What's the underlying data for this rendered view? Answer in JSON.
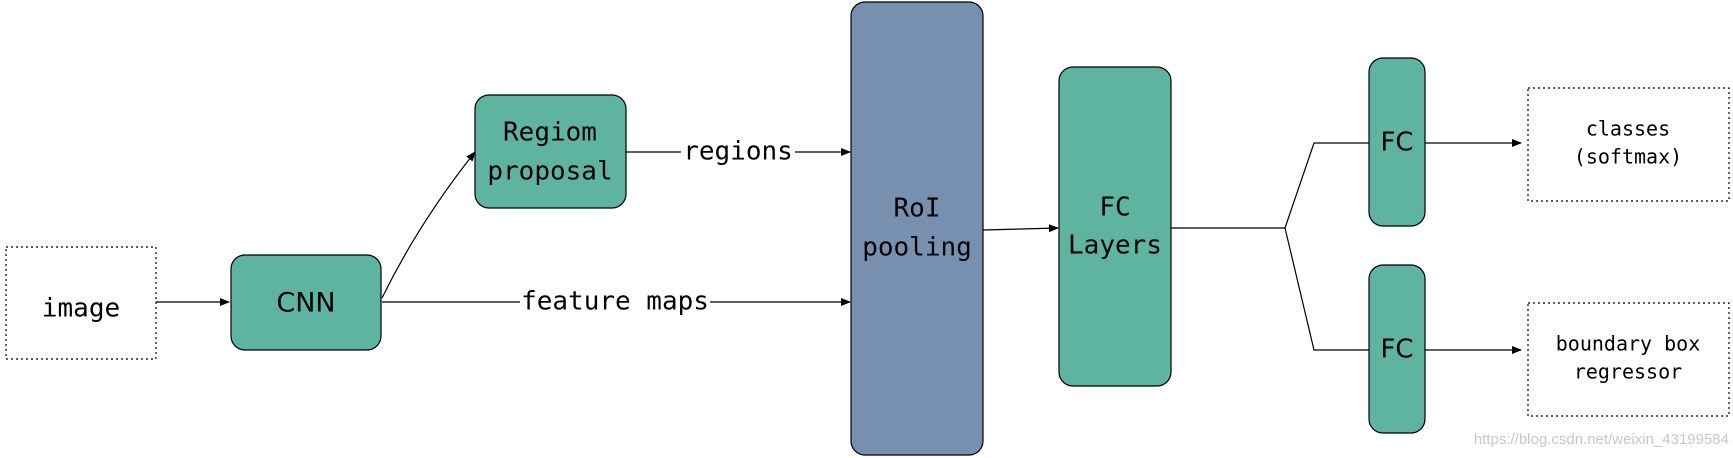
{
  "nodes": {
    "image": "image",
    "cnn": "CNN",
    "region_proposal": [
      "Regiom",
      "proposal"
    ],
    "roi_pooling": [
      "RoI",
      "pooling"
    ],
    "fc_layers": [
      "FC",
      "Layers"
    ],
    "fc_top": "FC",
    "fc_bottom": "FC",
    "classes": [
      "classes",
      "(softmax)"
    ],
    "bbox": [
      "boundary box",
      "regressor"
    ]
  },
  "edges": {
    "regions": "regions",
    "feature_maps": "feature maps"
  },
  "watermark": "https://blog.csdn.net/weixin_43199584",
  "colors": {
    "green_box": "#5fb3a1",
    "blue_box": "#7890b0",
    "stroke": "#000000"
  }
}
